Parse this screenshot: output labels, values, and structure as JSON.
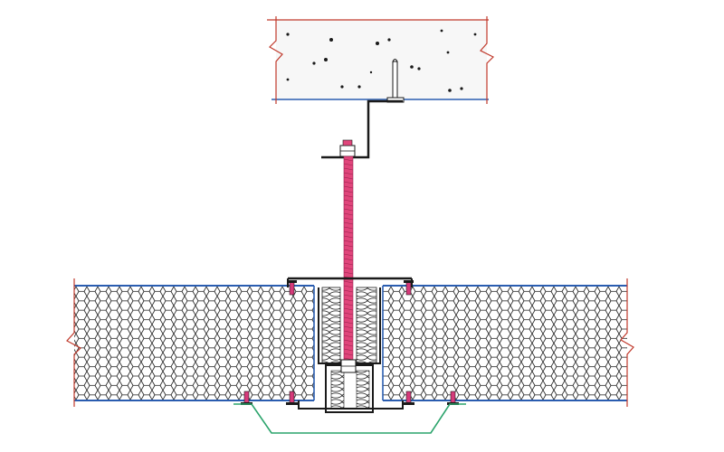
{
  "diagram": {
    "kind": "ceiling-panel-suspension-detail",
    "printed_text": [],
    "components": [
      "concrete-slab",
      "anchor-bolt",
      "angle-bracket",
      "threaded-rod",
      "hex-nut",
      "sandwich-panel-left",
      "sandwich-panel-right",
      "honeycomb-core",
      "top-cover-plate",
      "u-channel-connector",
      "rivets",
      "bottom-trim-strip"
    ],
    "colors": {
      "outline": "#1a1a1a",
      "panel_face": "#2a5db0",
      "break_line": "#c0392b",
      "rod": "#e0457b",
      "rivet": "#d63a7a",
      "trim": "#2aa36b",
      "concrete_fill": "#f7f7f7"
    }
  }
}
